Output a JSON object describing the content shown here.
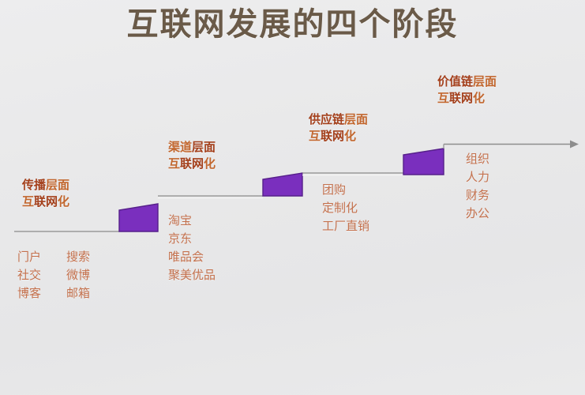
{
  "slide": {
    "title": "互联网发展的四个阶段",
    "background_color": "#e9e9ea",
    "title_color": "#6a5a48",
    "riser_color": "#7a2fbe",
    "label_color": "#c2672f",
    "label_emphasis_color": "#a4401c",
    "item_color": "#c4714d",
    "arrow_color": "#8d8d8d"
  },
  "stages": [
    {
      "id": "stage-1",
      "heading_line_1_em": "传播",
      "heading_line_1_rest": "层面",
      "heading_line_2_pre": "互",
      "heading_line_2_em": "联网",
      "heading_line_2_rest": "化",
      "items_layout": "two-column",
      "item_rows": [
        {
          "left": "门户",
          "right": "搜索"
        },
        {
          "left": "社交",
          "right": "微博"
        },
        {
          "left": "博客",
          "right": "邮箱"
        }
      ]
    },
    {
      "id": "stage-2",
      "heading_line_1_em": "渠道",
      "heading_line_1_rest": "层面",
      "heading_line_2_pre": "互",
      "heading_line_2_em": "联网",
      "heading_line_2_rest": "化",
      "items_layout": "single-column",
      "items": [
        "淘宝",
        "京东",
        "唯品会",
        "聚美优品"
      ]
    },
    {
      "id": "stage-3",
      "heading_line_1_em": "供应链",
      "heading_line_1_rest": "层面",
      "heading_line_2_pre": "互",
      "heading_line_2_em": "联网",
      "heading_line_2_rest": "化",
      "items_layout": "single-column",
      "items": [
        "团购",
        "定制化",
        "工厂直销"
      ]
    },
    {
      "id": "stage-4",
      "heading_line_1_em": "价值链",
      "heading_line_1_rest": "层面",
      "heading_line_2_pre": "互",
      "heading_line_2_em": "联网",
      "heading_line_2_rest": "化",
      "items_layout": "single-column",
      "items": [
        "组织",
        "人力",
        "财务",
        "办公"
      ]
    }
  ]
}
